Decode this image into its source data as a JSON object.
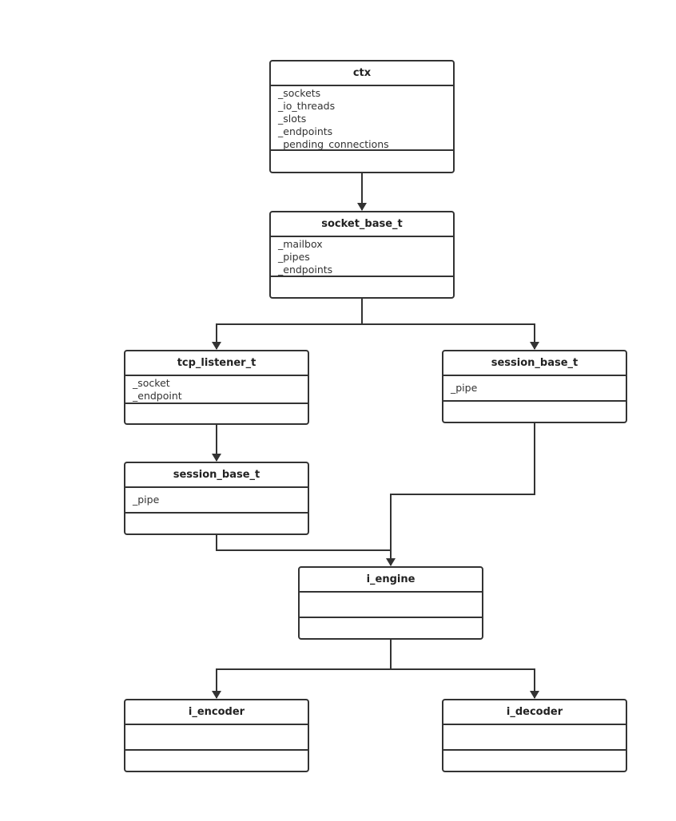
{
  "classes": {
    "ctx": {
      "name": "ctx",
      "attributes": [
        "_sockets",
        "_io_threads",
        "_slots",
        "_endpoints",
        "_pending_connections"
      ]
    },
    "socket_base": {
      "name": "socket_base_t",
      "attributes": [
        "_mailbox",
        "_pipes",
        "_endpoints"
      ]
    },
    "tcp_listener": {
      "name": "tcp_listener_t",
      "attributes": [
        "_socket",
        "_endpoint"
      ]
    },
    "session_base_right": {
      "name": "session_base_t",
      "attributes": [
        "_pipe"
      ]
    },
    "session_base_left": {
      "name": "session_base_t",
      "attributes": [
        "_pipe"
      ]
    },
    "i_engine": {
      "name": "i_engine",
      "attributes": []
    },
    "i_encoder": {
      "name": "i_encoder",
      "attributes": []
    },
    "i_decoder": {
      "name": "i_decoder",
      "attributes": []
    }
  },
  "colors": {
    "line": "#333333",
    "text": "#222222",
    "background": "#ffffff"
  }
}
